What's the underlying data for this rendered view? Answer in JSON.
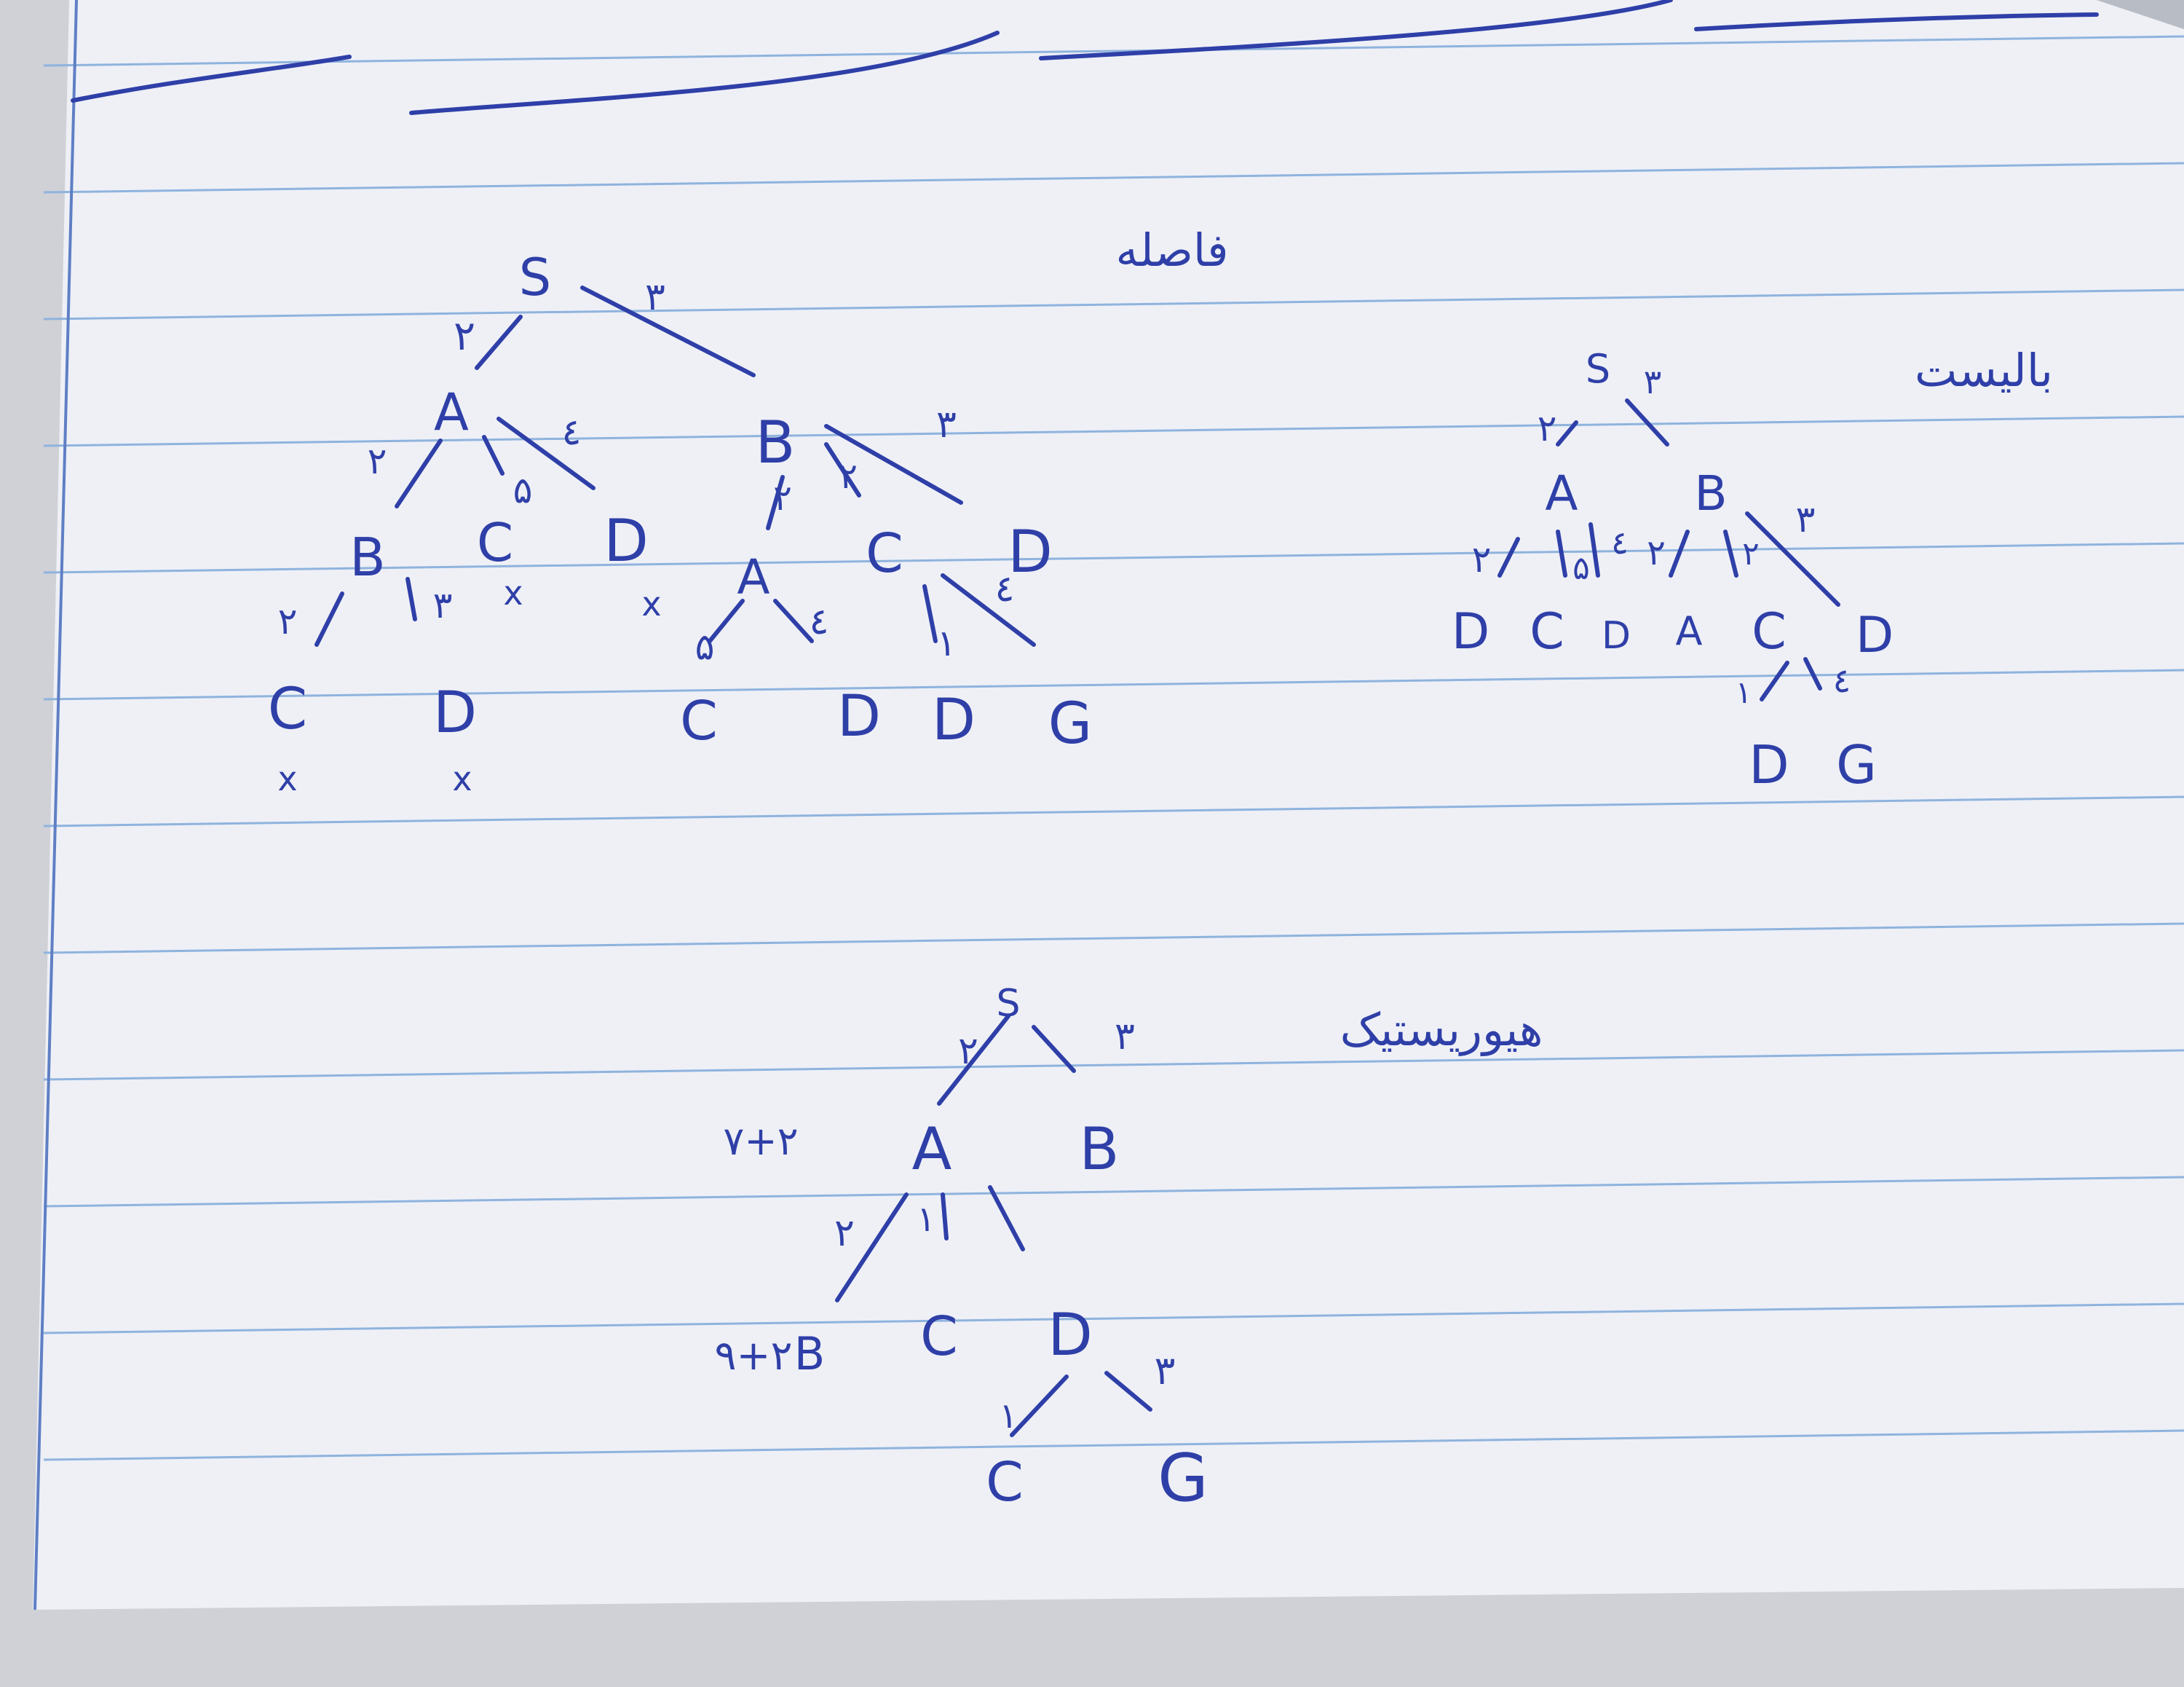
{
  "page": {
    "ink_color": "#2f3fa8",
    "paper_color": "#eef0f6",
    "rule_color": "#8fb3dd",
    "margin_color": "#5f7fc4"
  },
  "headings": {
    "tree1": "فاصله",
    "tree2": "بالیست",
    "tree3": "هیوریستیک"
  },
  "trees": {
    "tree1": {
      "nodes": [
        "S",
        "A",
        "B",
        "B",
        "C",
        "D",
        "A",
        "C",
        "D",
        "C",
        "D",
        "C",
        "D",
        "D",
        "G"
      ],
      "edge_labels": [
        "۲",
        "۳",
        "۲",
        "۵",
        "٤",
        "۲",
        "۲",
        "۳",
        "۲",
        "۳",
        "۵",
        "٤",
        "۱",
        "٤"
      ],
      "marks": [
        "x",
        "x",
        "x",
        "x"
      ]
    },
    "tree2": {
      "nodes": [
        "S",
        "A",
        "B",
        "D",
        "C",
        "D",
        "A",
        "C",
        "D",
        "D",
        "G"
      ],
      "edge_labels": [
        "۳",
        "۲",
        "۲",
        "۵",
        "٤",
        "۲",
        "۲",
        "۳",
        "۱",
        "٤"
      ]
    },
    "tree3": {
      "nodes": [
        "S",
        "A",
        "B",
        "C",
        "D",
        "C",
        "G"
      ],
      "prefix_labels": [
        "۷+۲",
        "٩+۲"
      ],
      "b_prefixed": "B",
      "edge_labels": [
        "۲",
        "۳",
        "۲",
        "۱",
        "۱",
        "۳"
      ]
    }
  }
}
